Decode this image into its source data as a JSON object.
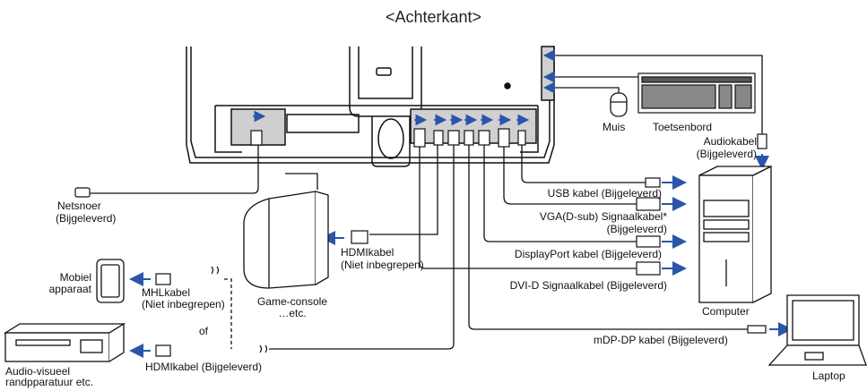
{
  "title": "<Achterkant>",
  "labels": {
    "netsnoer_1": "Netsnoer",
    "netsnoer_2": "(Bijgeleverd)",
    "muis": "Muis",
    "toetsenbord": "Toetsenbord",
    "audiokabel_1": "Audiokabel",
    "audiokabel_2": "(Bijgeleverd)",
    "usb": "USB kabel (Bijgeleverd)",
    "vga_1": "VGA(D-sub) Signaalkabel*",
    "vga_2": "(Bijgeleverd)",
    "displayport": "DisplayPort kabel (Bijgeleverd)",
    "dvi": "DVI-D Signaalkabel (Bijgeleverd)",
    "computer": "Computer",
    "hdmi_game_1": "HDMIkabel",
    "hdmi_game_2": "(Niet inbegrepen)",
    "game_1": "Game-console",
    "game_2": "…etc.",
    "mobiel_1": "Mobiel",
    "mobiel_2": "apparaat",
    "mhl_1": "MHLkabel",
    "mhl_2": "(Niet inbegrepen)",
    "of": "of",
    "hdmi_av": "HDMIkabel (Bijgeleverd)",
    "av_1": "Audio-visueel",
    "av_2": "randpparatuur etc.",
    "mdp": "mDP-DP kabel (Bijgeleverd)",
    "laptop": "Laptop"
  },
  "colors": {
    "arrow": "#2b55a8",
    "line": "#111111",
    "panel": "#bdbdbd"
  }
}
